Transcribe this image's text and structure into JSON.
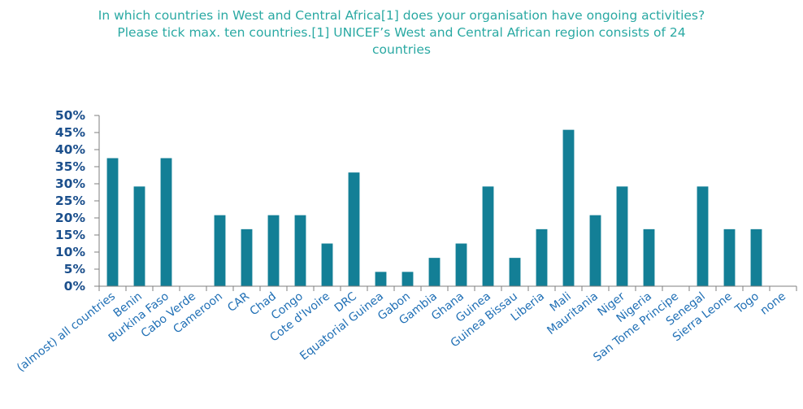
{
  "chart_data": {
    "type": "bar",
    "title_lines": [
      "In which countries in West and Central Africa[1] does your organisation have ongoing activities?",
      "Please tick max. ten countries.[1] UNICEF’s West and Central African region consists of 24",
      "countries"
    ],
    "categories": [
      "(almost) all countries",
      "Benin",
      "Burkina Faso",
      "Cabo Verde",
      "Cameroon",
      "CAR",
      "Chad",
      "Congo",
      "Cote d'Ivoire",
      "DRC",
      "Equatorial Guinea",
      "Gabon",
      "Gambia",
      "Ghana",
      "Guinea",
      "Guinea Bissau",
      "Liberia",
      "Mali",
      "Mauritania",
      "Niger",
      "Nigeria",
      "San Tome Principe",
      "Senegal",
      "Sierra Leone",
      "Togo",
      "none"
    ],
    "values": [
      37.5,
      29.2,
      37.5,
      0,
      20.8,
      16.7,
      20.8,
      20.8,
      12.5,
      33.3,
      4.2,
      4.2,
      8.3,
      12.5,
      29.2,
      8.3,
      16.7,
      45.8,
      20.8,
      29.2,
      16.7,
      0,
      29.2,
      16.7,
      16.7,
      0
    ],
    "ylim": [
      0,
      50
    ],
    "yticks": [
      "0%",
      "5%",
      "10%",
      "15%",
      "20%",
      "25%",
      "30%",
      "35%",
      "40%",
      "45%",
      "50%"
    ],
    "xlabel": "",
    "ylabel": "",
    "grid": false,
    "bar_color": "#137f96",
    "title_color": "#2aa9a3",
    "tick_color": "#1b4f8c",
    "category_label_color": "#1f6fb5"
  }
}
